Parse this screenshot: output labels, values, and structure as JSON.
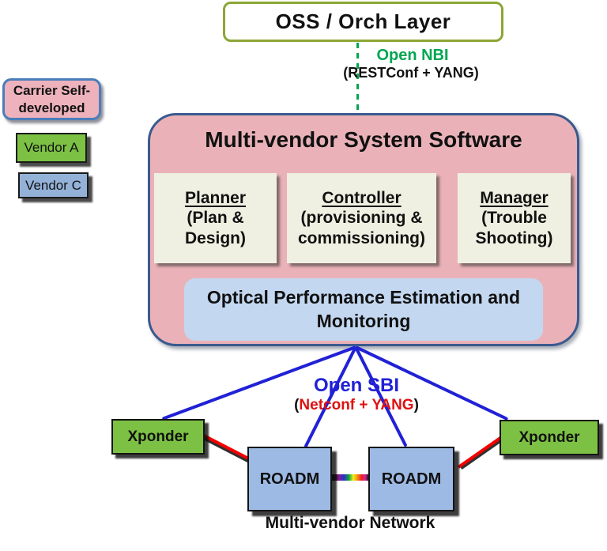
{
  "oss": {
    "label": "OSS / Orch Layer"
  },
  "nbi": {
    "title": "Open NBI",
    "subtitle": "(RESTConf + YANG)"
  },
  "legend": {
    "carrier": {
      "label": "Carrier Self-developed",
      "color": "#EDB2BC"
    },
    "vendor_a": {
      "label": "Vendor A",
      "color": "#7CC143"
    },
    "vendor_c": {
      "label": "Vendor C",
      "color": "#94B2D8"
    }
  },
  "system": {
    "title": "Multi-vendor System Software",
    "modules": [
      {
        "heading": "Planner",
        "detail": "(Plan & Design)"
      },
      {
        "heading": "Controller",
        "detail": "(provisioning & commissioning)"
      },
      {
        "heading": "Manager",
        "detail": "(Trouble Shooting)"
      }
    ],
    "optical": "Optical Performance Estimation and Monitoring"
  },
  "sbi": {
    "title": "Open SBI",
    "paren_open": "(",
    "subtitle": "Netconf + YANG",
    "paren_close": ")"
  },
  "network": {
    "caption": "Multi-vendor Network",
    "xponder_left": "Xponder",
    "roadm_left": "ROADM",
    "roadm_right": "ROADM",
    "xponder_right": "Xponder"
  },
  "colors": {
    "oss_border": "#8CA636",
    "nbi_green": "#00A651",
    "system_fill": "#EAB2B8",
    "system_border": "#3A5A8E",
    "module_fill": "#EFF0E1",
    "optical_fill": "#C3D7F0",
    "sbi_blue": "#2121D6",
    "sbi_red": "#DD1111",
    "red_link": "#F50000",
    "node_green": "#7CC143",
    "node_blue": "#9DBAE4",
    "legend_border_blue": "#4A7EBB"
  }
}
